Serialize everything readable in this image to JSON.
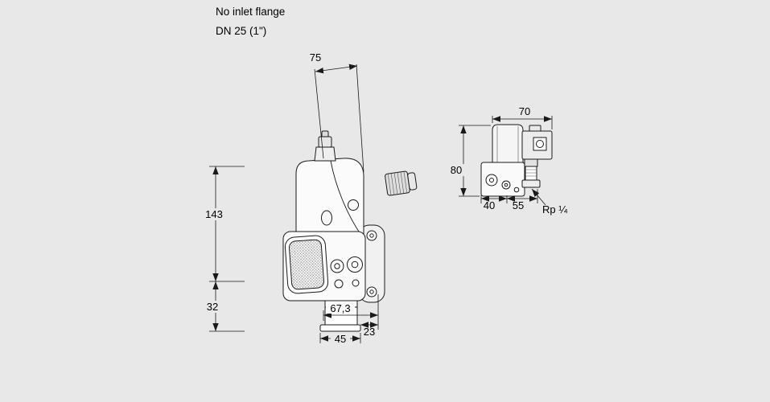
{
  "colors": {
    "background": "#e8e8e8",
    "line": "#1a1a1a",
    "part_fill": "#fbfbfb"
  },
  "note": {
    "line1": "No inlet flange",
    "line2": "DN 25 (1\")"
  },
  "front_view": {
    "dims": {
      "top_width": "75",
      "main_height": "143",
      "lower_height": "32",
      "body_width": "67,3",
      "right_offset": "23",
      "flange_width": "45"
    }
  },
  "side_view": {
    "dims": {
      "top_width": "70",
      "height": "80",
      "depth_a": "40",
      "depth_b": "55"
    },
    "thread": "Rp ¼"
  }
}
